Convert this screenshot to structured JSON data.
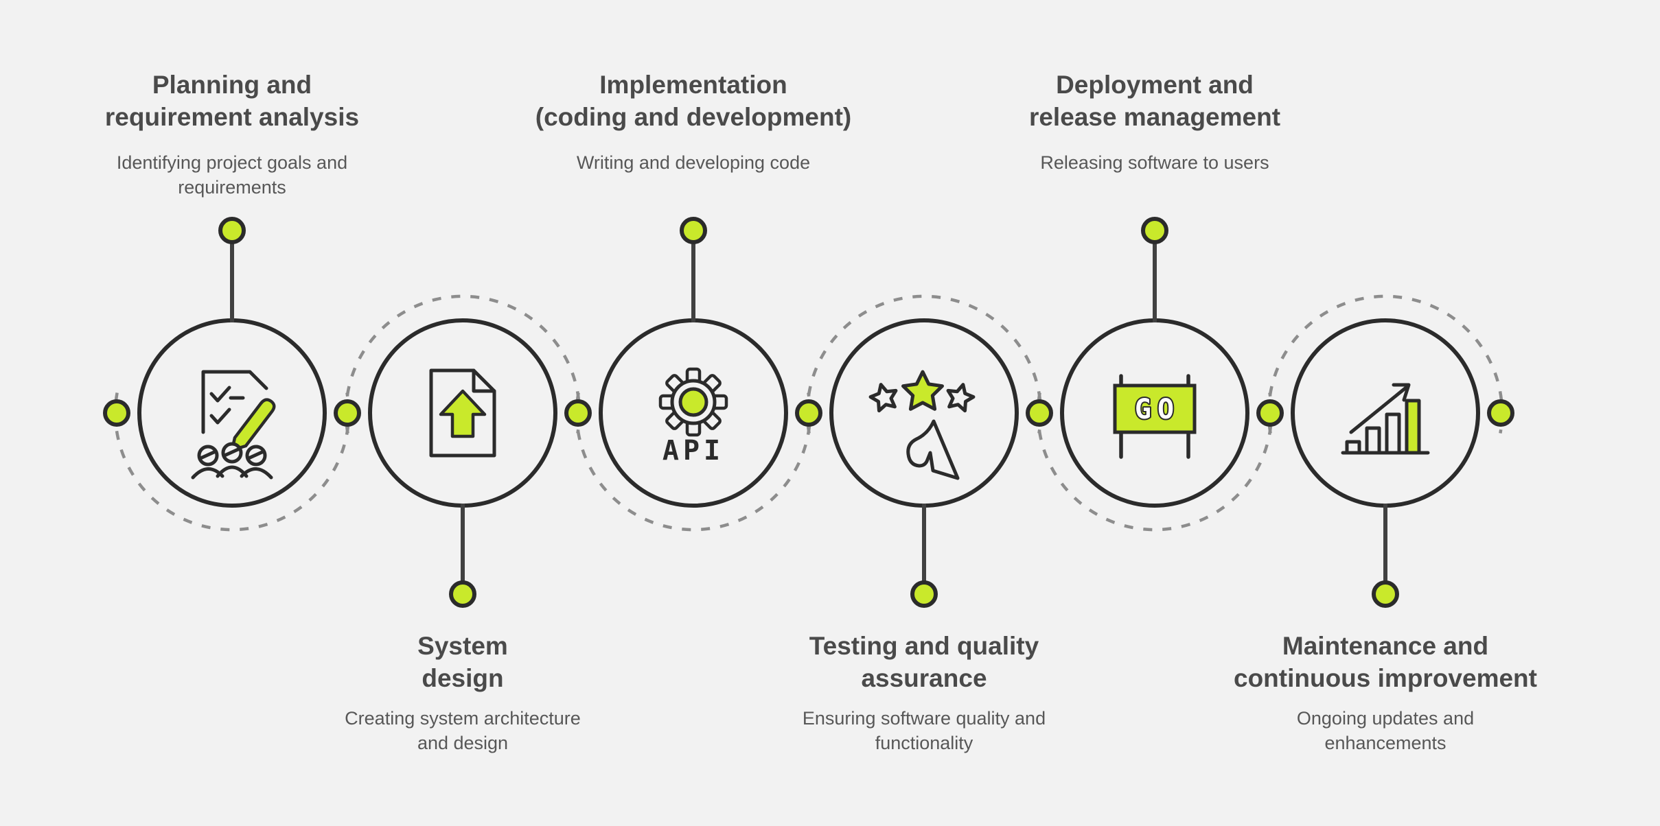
{
  "colors": {
    "bg": "#f2f2f2",
    "ink": "#2b2b2b",
    "green": "#c9e92b",
    "dash": "#8d8d8d",
    "line": "#414141",
    "title": "#4a4a4a",
    "subtitle": "#575757"
  },
  "stages": [
    {
      "title": "Planning and\nrequirement analysis",
      "subtitle": "Identifying project goals and\nrequirements",
      "icon": "checklist-people-icon",
      "text_position": "top"
    },
    {
      "title": "System\ndesign",
      "subtitle": "Creating system architecture\nand design",
      "icon": "document-upload-icon",
      "text_position": "bottom"
    },
    {
      "title": "Implementation\n(coding and development)",
      "subtitle": "Writing and developing code",
      "icon": "gear-api-icon",
      "text_position": "top"
    },
    {
      "title": "Testing and quality\nassurance",
      "subtitle": "Ensuring software quality and\nfunctionality",
      "icon": "stars-thumbsup-icon",
      "text_position": "bottom"
    },
    {
      "title": "Deployment and\nrelease management",
      "subtitle": "Releasing software to users",
      "icon": "go-banner-icon",
      "text_position": "top"
    },
    {
      "title": "Maintenance and\ncontinuous improvement",
      "subtitle": "Ongoing updates and\nenhancements",
      "icon": "growth-chart-icon",
      "text_position": "bottom"
    }
  ],
  "icon_text": {
    "api": "API",
    "go": "GO"
  }
}
